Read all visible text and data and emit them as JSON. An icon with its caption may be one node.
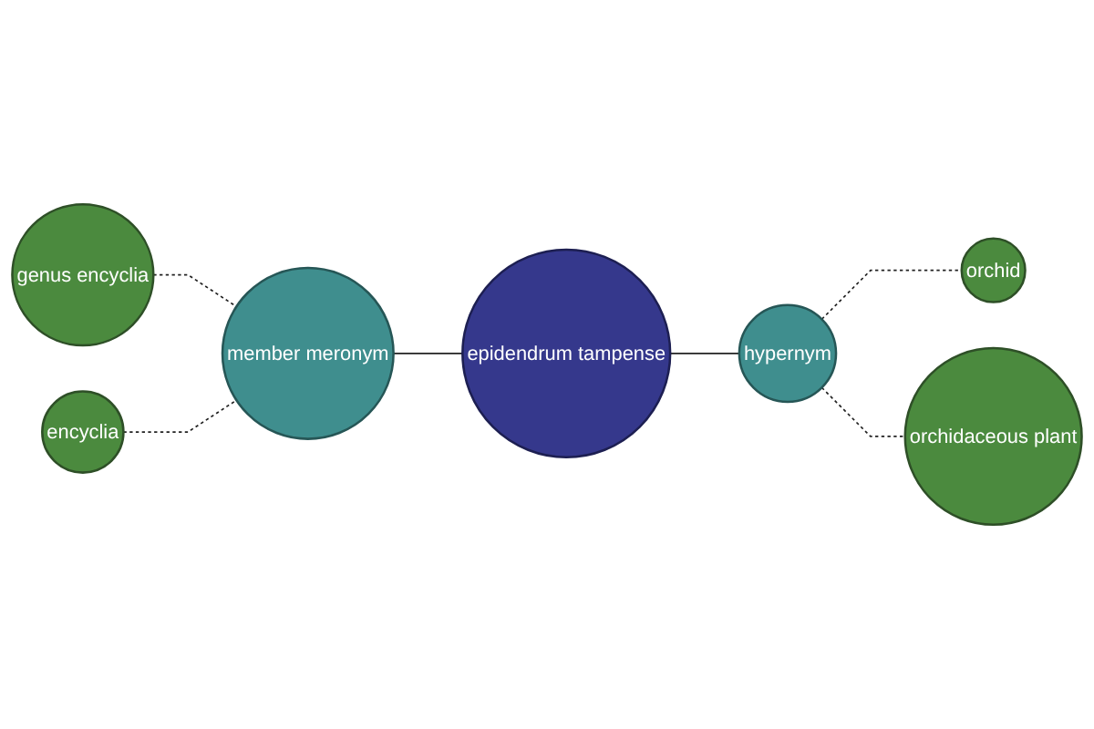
{
  "diagram": {
    "nodes": [
      {
        "text": [
          "orchid"
        ]
      },
      {
        "text": [
          "orchidaceous plant"
        ]
      },
      {
        "text": [
          "hypernym"
        ]
      },
      {
        "text": [
          "genus encyclia"
        ]
      },
      {
        "text": [
          "epidendrum tampense"
        ]
      },
      {
        "text": [
          "member meronym"
        ]
      },
      {
        "text": [
          "encyclia"
        ]
      }
    ],
    "edges": [
      {
        "from": 3,
        "to": 5,
        "arrow": "none",
        "style": "dashed"
      },
      {
        "from": 6,
        "to": 5,
        "arrow": "none",
        "style": "dashed"
      },
      {
        "from": 5,
        "to": 4,
        "arrow": "none"
      },
      {
        "from": 4,
        "to": 2,
        "arrow": "none"
      },
      {
        "from": 2,
        "to": 0,
        "arrow": "none",
        "style": "dashed"
      },
      {
        "from": 2,
        "to": 1,
        "arrow": "none",
        "style": "dashed"
      }
    ]
  }
}
